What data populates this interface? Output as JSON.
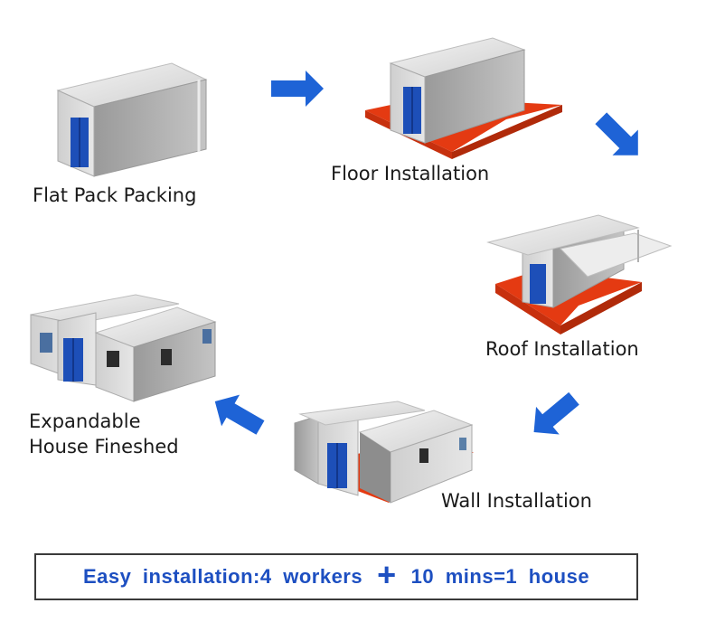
{
  "steps": [
    {
      "label": "Flat Pack Packing"
    },
    {
      "label": "Floor Installation"
    },
    {
      "label": "Roof Installation"
    },
    {
      "label": "Wall Installation"
    },
    {
      "label_line1": "Expandable",
      "label_line2": "House Fineshed"
    }
  ],
  "banner": {
    "part1": "Easy installation:4 workers",
    "plus": "+",
    "part2": "10 mins=1 house"
  },
  "colors": {
    "arrow": "#1e63d6",
    "floor": "#e43a12",
    "door": "#1d4fb8",
    "wall": "#d8d8d8",
    "banner_text": "#1d4fc1"
  }
}
